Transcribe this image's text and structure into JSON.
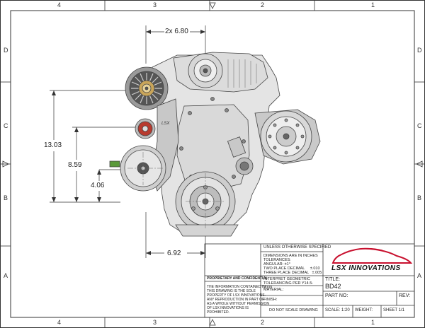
{
  "zones": {
    "top": [
      "4",
      "3",
      "2",
      "1"
    ],
    "left": [
      "D",
      "C",
      "B",
      "A"
    ],
    "bottom": [
      "4",
      "3",
      "2",
      "1"
    ]
  },
  "dimensions": {
    "width_top": "2x 6.80",
    "height_overall": "13.03",
    "height_mid": "8.59",
    "height_low": "4.06",
    "width_bottom": "6.92"
  },
  "title_block": {
    "spec_header": "UNLESS OTHERWISE SPECIFIED",
    "spec_lines": [
      "DIMENSIONS ARE IN INCHES",
      "TOLERANCES:",
      "ANGULAR: ±1°",
      "TWO PLACE DECIMAL     ±.010",
      "THREE PLACE DECIMAL   ±.005"
    ],
    "geometric": "INTERPRET GEOMETRIC TOLERANCING PER Y14.5-2009",
    "material_label": "MATERIAL:",
    "finish_label": "FINISH:",
    "no_scale": "DO NOT SCALE DRAWING",
    "proprietary_title": "PROPRIETARY AND CONFIDENTIAL",
    "proprietary_text": [
      "THE INFORMATION CONTAINED IN",
      "THIS DRAWING IS THE SOLE",
      "PROPERTY OF LSX INNOVATIONS.",
      "ANY REPRODUCTION IN PART OR",
      "AS A WHOLE WITHOUT PERMISSION",
      "OF LSX INNOVATIONS IS",
      "PROHIBITED."
    ],
    "logo_text": "LSX INNOVATIONS",
    "title_label": "TITLE:",
    "title_value": "BD42",
    "part_no_label": "PART NO:",
    "rev_label": "REV:",
    "scale_label": "SCALE: 1:20",
    "weight_label": "WEIGHT:",
    "sheet_label": "SHEET 1/1"
  },
  "colors": {
    "line": "#333333",
    "logo_red": "#c8102e",
    "alt_green": "#5a9a3a",
    "pulley_red": "#b83a2e",
    "brass": "#c9a55a"
  }
}
